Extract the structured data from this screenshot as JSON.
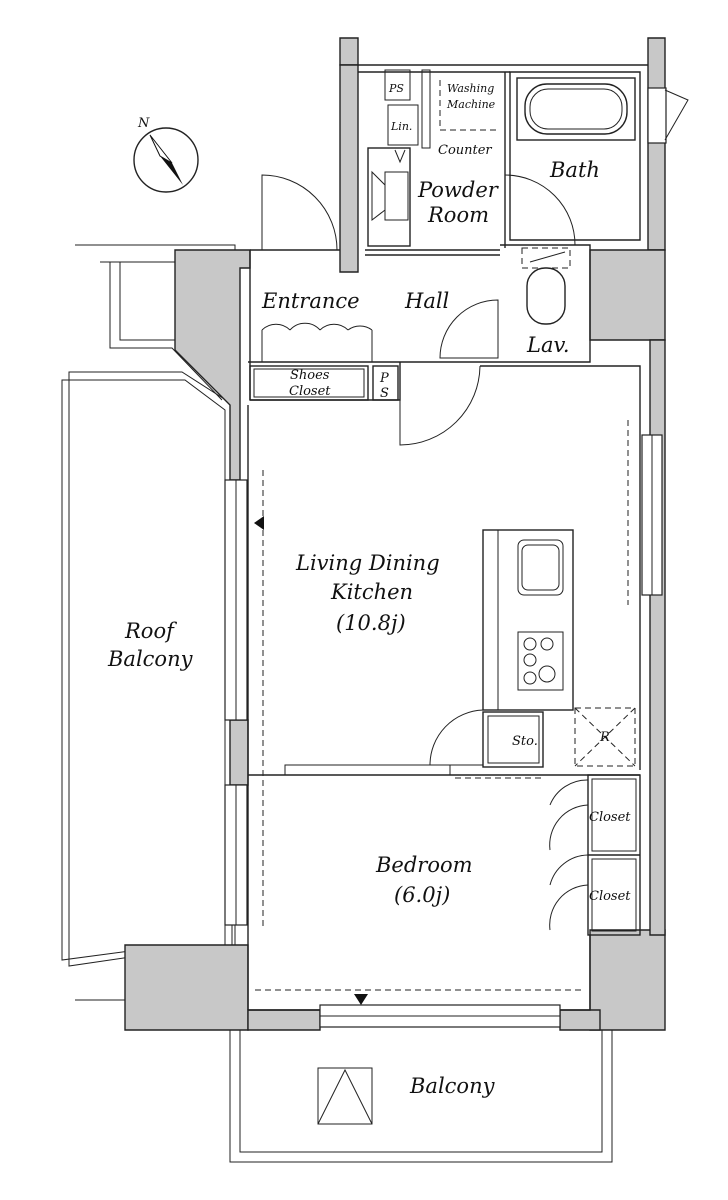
{
  "rooms": {
    "powder": [
      "Powder",
      "Room"
    ],
    "bath": "Bath",
    "entrance": "Entrance",
    "hall": "Hall",
    "lav": "Lav.",
    "ldk": [
      "Living Dining",
      "Kitchen",
      "(10.8j)"
    ],
    "roof_balcony": [
      "Roof",
      "Balcony"
    ],
    "bedroom": [
      "Bedroom",
      "(6.0j)"
    ],
    "balcony": "Balcony"
  },
  "fixtures": {
    "ps_top": "PS",
    "linen": "Lin.",
    "washing": [
      "Washing",
      "Machine"
    ],
    "counter": "Counter",
    "shoes_closet": [
      "Shoes",
      "Closet"
    ],
    "ps_side": [
      "P",
      "S"
    ],
    "storage": "Sto.",
    "refrigerator": "R",
    "closet_1": "Closet",
    "closet_2": "Closet"
  },
  "compass": {
    "label": "N"
  }
}
